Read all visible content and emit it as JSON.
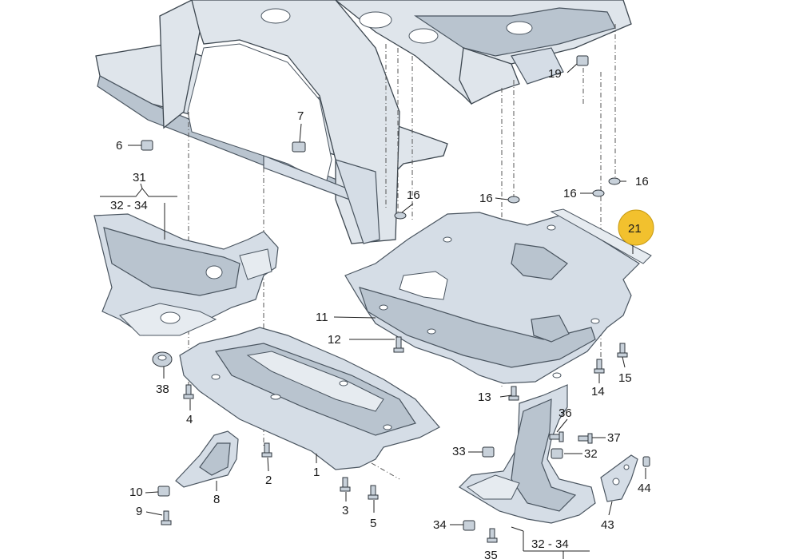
{
  "callouts": {
    "c1": "1",
    "c2": "2",
    "c3": "3",
    "c4": "4",
    "c5": "5",
    "c6": "6",
    "c7": "7",
    "c8": "8",
    "c9": "9",
    "c10": "10",
    "c11": "11",
    "c12": "12",
    "c13": "13",
    "c14": "14",
    "c15": "15",
    "c16a": "16",
    "c16b": "16",
    "c16c": "16",
    "c16d": "16",
    "c19": "19",
    "c21": "21",
    "c31": "31",
    "c32_34a": "32 - 34",
    "c32_34b": "32 - 34",
    "c32": "32",
    "c33": "33",
    "c34": "34",
    "c35": "35",
    "c36": "36",
    "c37": "37",
    "c38": "38",
    "c43": "43",
    "c44": "44"
  },
  "colors": {
    "highlight": "#f2c12e",
    "part_fill": "#d5dde6",
    "line": "#4a5560"
  }
}
